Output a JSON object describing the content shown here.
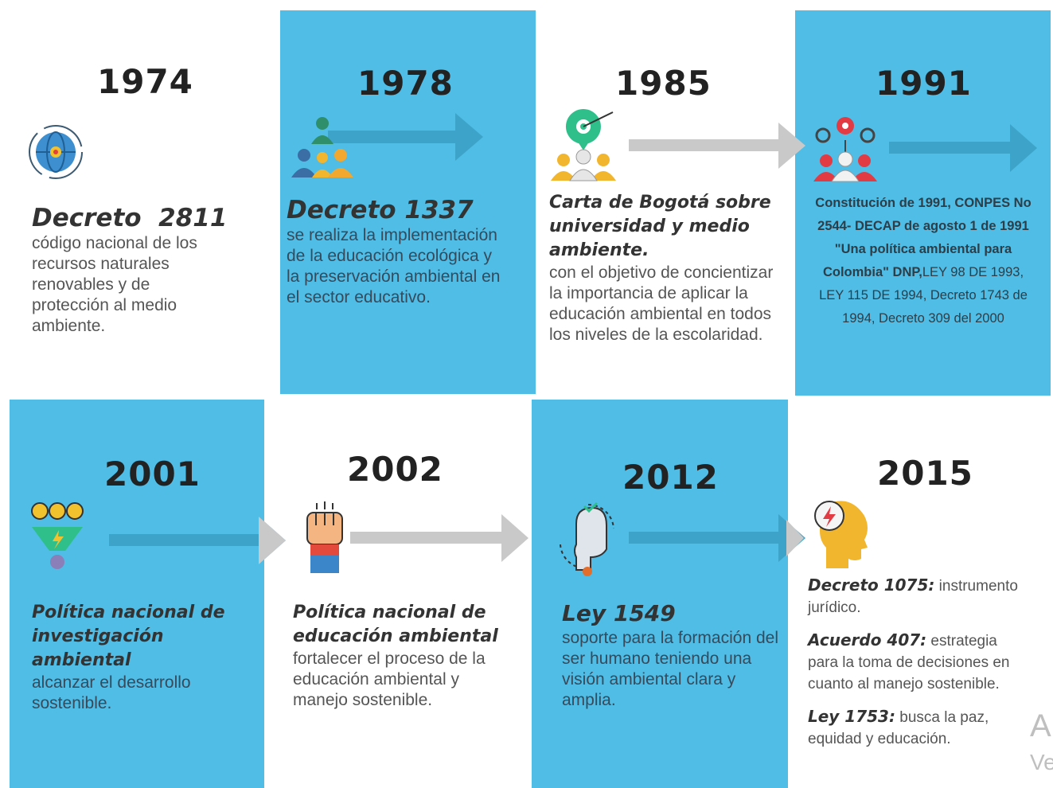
{
  "timeline": {
    "events": [
      {
        "year": "1974",
        "title": "Decreto  2811",
        "text": "código nacional de los recursos naturales renovables y de protección al medio ambiente.",
        "icon": "globe-target-icon"
      },
      {
        "year": "1978",
        "title": "Decreto 1337",
        "text": "se realiza la implementación de la educación ecológica y la preservación ambiental en el sector educativo.",
        "icon": "people-network-icon"
      },
      {
        "year": "1985",
        "title": "Carta de Bogotá sobre universidad y medio ambiente.",
        "text": "con el objetivo de concientizar la importancia de aplicar la educación ambiental en todos los niveles de la escolaridad.",
        "icon": "team-target-icon"
      },
      {
        "year": "1991",
        "text_bold": "Constitución de 1991, CONPES No 2544- DECAP de agosto 1 de 1991 \"Una política ambiental para Colombia\" DNP,",
        "text": "LEY 98 DE 1993, LEY 115 DE 1994, Decreto 1743 de 1994, Decreto 309 del 2000",
        "icon": "team-gears-icon"
      },
      {
        "year": "2001",
        "title": "Política nacional de investigación ambiental",
        "text": "alcanzar el desarrollo sostenible.",
        "icon": "ideas-funnel-icon"
      },
      {
        "year": "2002",
        "title": "Política nacional de educación ambiental",
        "text": "fortalecer el proceso de la educación ambiental y manejo sostenible.",
        "icon": "raised-fist-icon"
      },
      {
        "year": "2012",
        "title": "Ley 1549",
        "text": "soporte para la formación del ser humano teniendo una visión ambiental clara y amplia.",
        "icon": "head-cycle-icon"
      },
      {
        "year": "2015",
        "items": [
          {
            "k": "Decreto 1075:",
            "v": " instrumento jurídico."
          },
          {
            "k": "Acuerdo 407:",
            "v": " estrategia para la toma de decisiones en cuanto al manejo sostenible."
          },
          {
            "k": "Ley 1753:",
            "v": " busca la paz, equidad y educación."
          }
        ],
        "icon": "head-idea-icon"
      }
    ]
  },
  "watermark": {
    "line1": "A",
    "line2": "Ve"
  },
  "colors": {
    "blue": "#4fbde6",
    "arrow_grey": "#c7c7c7",
    "arrow_teal": "#3a9fc3"
  }
}
